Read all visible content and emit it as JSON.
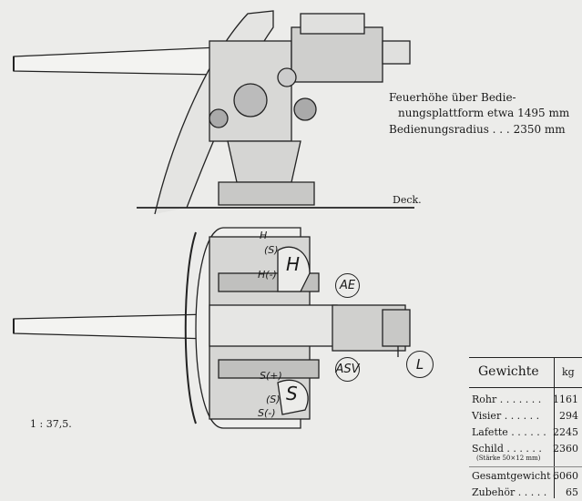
{
  "side_view": {
    "spec_line1": "Feuerhöhe über Bedie-",
    "spec_line2": "nungsplattform etwa 1495 mm",
    "spec_line3": "Bedienungsradius . . . 2350 mm",
    "deck_label": "Deck."
  },
  "top_view": {
    "labels": {
      "h_small": "H",
      "s_paren_upper": "(S)",
      "h_minus": "H(-)",
      "h_big": "H",
      "a_e": "AE",
      "a_sv": "ASV",
      "s_plus": "S(+)",
      "s_big": "S",
      "s_paren_lower": "(S)",
      "s_minus": "S(-)",
      "l": "L"
    },
    "scale": "1 : 37,5."
  },
  "weights_table": {
    "header": "Gewichte",
    "unit": "kg",
    "rows": [
      {
        "name": "Rohr . . . . . . .",
        "value": "1161"
      },
      {
        "name": "Visier . . . . . .",
        "value": "294"
      },
      {
        "name": "Lafette . . . . . .",
        "value": "2245"
      },
      {
        "name": "Schild . . . . . .",
        "value": "2360",
        "note": "(Stärke 50×12 mm)"
      }
    ],
    "total": {
      "name": "Gesamtgewicht .",
      "value": "6060"
    },
    "accessories": {
      "name": "Zubehör . . . . .",
      "value": "65"
    }
  }
}
